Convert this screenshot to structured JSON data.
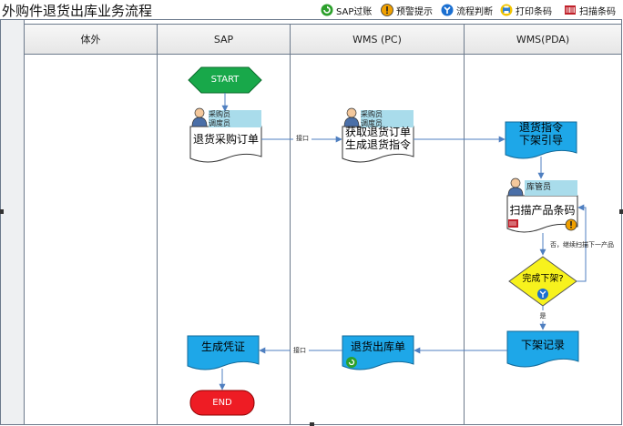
{
  "title": "外购件退货出库业务流程",
  "legend": [
    {
      "label": "SAP过账",
      "icon": "sap-post-icon",
      "color": "#2ca02c"
    },
    {
      "label": "预警提示",
      "icon": "warning-icon",
      "color": "#f0a000"
    },
    {
      "label": "流程判断",
      "icon": "process-judge-icon",
      "color": "#1a6fd1"
    },
    {
      "label": "打印条码",
      "icon": "print-barcode-icon",
      "color": "#2f7fd0"
    },
    {
      "label": "扫描条码",
      "icon": "scan-barcode-icon",
      "color": "#c0202a"
    }
  ],
  "lanes": [
    "体外",
    "SAP",
    "WMS (PC)",
    "WMS(PDA)"
  ],
  "nodes": {
    "start": "START",
    "end": "END",
    "return_po": "退货采购订单",
    "get_return_line1": "获取退货订单",
    "get_return_line2": "生成退货指令",
    "return_cmd_line1": "退货指令",
    "return_cmd_line2": "下架引导",
    "scan_product": "扫描产品条码",
    "complete_unshelve": "完成下架?",
    "unshelve_record": "下架记录",
    "return_out_order": "退货出库单",
    "gen_voucher": "生成凭证"
  },
  "roles": {
    "buyer": "采购员",
    "dispatcher": "调度员",
    "warehouse_keeper": "库管员"
  },
  "edges": {
    "interface1": "接口",
    "interface2": "接口",
    "no_continue": "否，继续扫描下一产品",
    "yes": "是"
  },
  "colors": {
    "blue_doc": "#1ea7e8",
    "decision": "#f7f21d",
    "start_green": "#18a84a",
    "end_red": "#ee1c24",
    "line": "#4f7fc0",
    "role_bar": "#a9dceb"
  }
}
